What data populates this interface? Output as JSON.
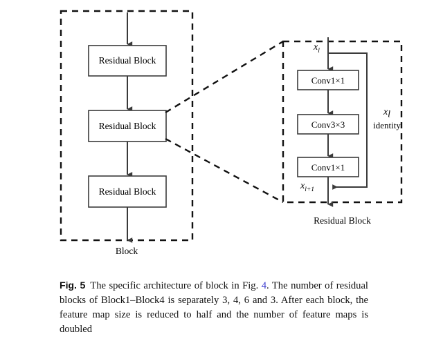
{
  "figure": {
    "left_panel": {
      "caption": "Block",
      "blocks": [
        {
          "label": "Residual Block"
        },
        {
          "label": "Residual Block"
        },
        {
          "label": "Residual Block"
        }
      ]
    },
    "right_panel": {
      "caption": "Residual Block",
      "input_label": "x",
      "input_sub": "l",
      "output_label": "x",
      "output_sub": "l+1",
      "skip_label": "x",
      "skip_sub": "l",
      "skip_label2": "identity",
      "layers": [
        {
          "label": "Conv1×1"
        },
        {
          "label": "Conv3×3"
        },
        {
          "label": "Conv1×1"
        }
      ]
    },
    "colors": {
      "stroke": "#3a3a3a",
      "dashed": "#111111",
      "box_fill": "#ffffff",
      "xref_blue": "#3a3ad0"
    }
  },
  "caption": {
    "figure_number": "Fig. 5",
    "text_before_xref": "The specific architecture of block in Fig. ",
    "xref": "4",
    "text_after_xref": ". The number of residual blocks of Block1–Block4 is separately 3, 4, 6 and 3. After each block, the feature map size is reduced to half and the number of feature maps is doubled"
  }
}
